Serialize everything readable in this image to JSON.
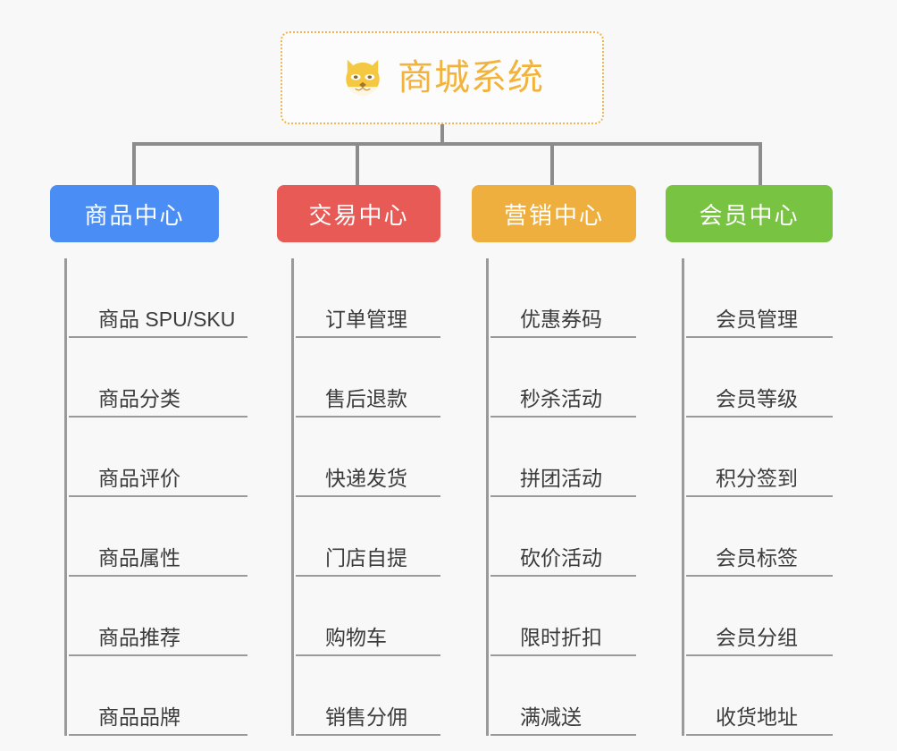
{
  "diagram": {
    "background_color": "#f8f8f8",
    "connector_color": "#8c8c8c",
    "root": {
      "icon": "shiba-dog-face-icon",
      "title": "商城系统",
      "text_color": "#f2b33d",
      "border_color": "#f0b64a",
      "border_style": "dotted"
    },
    "categories": [
      {
        "label": "商品中心",
        "color": "#4a8ef5",
        "items": [
          "商品 SPU/SKU",
          "商品分类",
          "商品评价",
          "商品属性",
          "商品推荐",
          "商品品牌"
        ]
      },
      {
        "label": "交易中心",
        "color": "#e85a56",
        "items": [
          "订单管理",
          "售后退款",
          "快递发货",
          "门店自提",
          "购物车",
          "销售分佣"
        ]
      },
      {
        "label": "营销中心",
        "color": "#eeaf3e",
        "items": [
          "优惠券码",
          "秒杀活动",
          "拼团活动",
          "砍价活动",
          "限时折扣",
          "满减送"
        ]
      },
      {
        "label": "会员中心",
        "color": "#79c342",
        "items": [
          "会员管理",
          "会员等级",
          "积分签到",
          "会员标签",
          "会员分组",
          "收货地址"
        ]
      }
    ]
  }
}
